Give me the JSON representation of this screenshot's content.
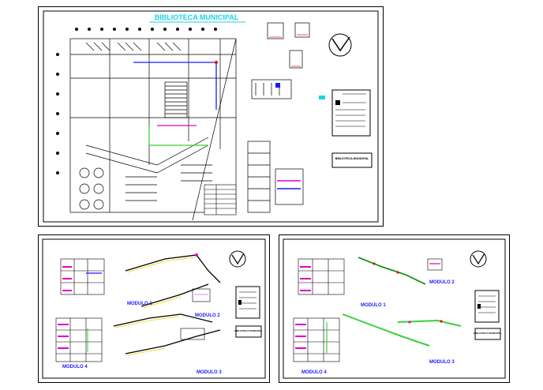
{
  "sheets": {
    "main": {
      "title": "BIBLIOTECA MUNICIPAL",
      "title_block": "BIBLIOTECA MUNICIPAL"
    },
    "left": {
      "title_block": "BIBLIOTECA MUNICIPAL",
      "modules": [
        "MODULO 1",
        "MODULO 2",
        "MODULO 3",
        "MODULO 4"
      ]
    },
    "right": {
      "title_block": "BIBLIOTECA MUNICIPAL",
      "modules": [
        "MODULO 1",
        "MODULO 2",
        "MODULO 3",
        "MODULO 4"
      ]
    }
  },
  "colors": {
    "title": "#19d3e6",
    "module_label": "#1a1aff",
    "line_black": "#000000",
    "accent_magenta": "#e000c8",
    "accent_green": "#3ad13a",
    "accent_red": "#e01010",
    "accent_yellow": "#e8d800"
  }
}
